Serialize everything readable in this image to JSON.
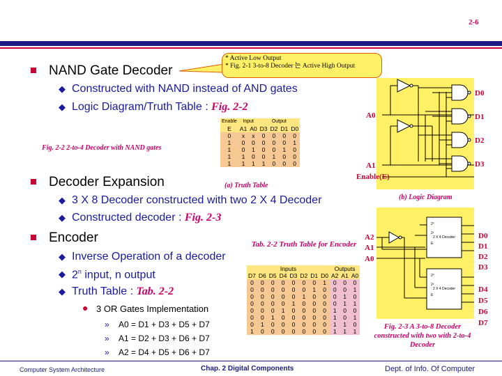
{
  "page_number": "2-6",
  "callout": {
    "line1": "* Active Low  Output",
    "line2": "* Fig. 2-1 3-to-8 Decoder 는  Active High Output"
  },
  "bullets": {
    "nand_title": "NAND Gate Decoder",
    "nand_sub1": "Constructed with NAND instead of AND gates",
    "nand_sub2_text": "Logic Diagram/Truth Table : ",
    "nand_sub2_ref": "Fig. 2-2",
    "expansion_title": "Decoder Expansion",
    "exp_sub1": "3 X 8 Decoder constructed with two 2 X 4 Decoder",
    "exp_sub2_text": "Constructed decoder : ",
    "exp_sub2_ref": "Fig. 2-3",
    "encoder_title": "Encoder",
    "enc_sub1": "Inverse Operation of a decoder",
    "enc_sub2_base": "2",
    "enc_sub2_sup": "n",
    "enc_sub2_rest": " input, n output",
    "enc_sub3_text": "Truth Table : ",
    "enc_sub3_ref": "Tab. 2-2",
    "or_title": "3 OR Gates Implementation",
    "eq1": "A0 = D1 + D3 + D5 + D7",
    "eq2": "A1 = D2 + D3 + D6 + D7",
    "eq3": "A2 = D4 + D5 + D6 + D7"
  },
  "fig22": {
    "caption": "Fig. 2-2   2-to-4 Decoder with NAND gates",
    "table_caption": "(a) Truth Table",
    "diagram_caption": "(b) Logic Diagram",
    "head_enable": "Enable",
    "head_input": "Input",
    "head_output": "Output",
    "cols": [
      "E",
      "A1",
      "A0",
      "D3",
      "D2",
      "D1",
      "D0"
    ],
    "rows": [
      [
        "0",
        "x",
        "x",
        "0",
        "0",
        "0",
        "0"
      ],
      [
        "1",
        "0",
        "0",
        "0",
        "0",
        "0",
        "1"
      ],
      [
        "1",
        "0",
        "1",
        "0",
        "0",
        "1",
        "0"
      ],
      [
        "1",
        "1",
        "0",
        "0",
        "1",
        "0",
        "0"
      ],
      [
        "1",
        "1",
        "1",
        "1",
        "0",
        "0",
        "0"
      ]
    ],
    "labels": {
      "a0": "A0",
      "a1": "A1",
      "enable": "Enable(E)",
      "d0": "D0",
      "d1": "D1",
      "d2": "D2",
      "d3": "D3"
    }
  },
  "tab22": {
    "caption": "Tab. 2-2   Truth Table for Encoder",
    "head_inputs": "Inputs",
    "head_outputs": "Outputs",
    "cols": [
      "D7",
      "D6",
      "D5",
      "D4",
      "D3",
      "D2",
      "D1",
      "D0",
      "A2",
      "A1",
      "A0"
    ],
    "rows": [
      [
        "0",
        "0",
        "0",
        "0",
        "0",
        "0",
        "0",
        "1",
        "0",
        "0",
        "0"
      ],
      [
        "0",
        "0",
        "0",
        "0",
        "0",
        "0",
        "1",
        "0",
        "0",
        "0",
        "1"
      ],
      [
        "0",
        "0",
        "0",
        "0",
        "0",
        "1",
        "0",
        "0",
        "0",
        "1",
        "0"
      ],
      [
        "0",
        "0",
        "0",
        "0",
        "1",
        "0",
        "0",
        "0",
        "0",
        "1",
        "1"
      ],
      [
        "0",
        "0",
        "0",
        "1",
        "0",
        "0",
        "0",
        "0",
        "1",
        "0",
        "0"
      ],
      [
        "0",
        "0",
        "1",
        "0",
        "0",
        "0",
        "0",
        "0",
        "1",
        "0",
        "1"
      ],
      [
        "0",
        "1",
        "0",
        "0",
        "0",
        "0",
        "0",
        "0",
        "1",
        "1",
        "0"
      ],
      [
        "1",
        "0",
        "0",
        "0",
        "0",
        "0",
        "0",
        "0",
        "1",
        "1",
        "1"
      ]
    ]
  },
  "fig23": {
    "caption": "Fig. 2-3   A 3-to-8 Decoder constructed with two with 2-to-4 Decoder",
    "in_labels": [
      "A2",
      "A1",
      "A0"
    ],
    "out_labels": [
      "D0",
      "D1",
      "D2",
      "D3",
      "D4",
      "D5",
      "D6",
      "D7"
    ],
    "box_label": "2 X 4 Decoder",
    "pin0": "2⁰",
    "pin1": "2¹",
    "pinE": "E"
  },
  "footer": {
    "left": "Computer System Architecture",
    "center": "Chap. 2  Digital Components",
    "right": "Dept. of  Info. Of  Computer"
  }
}
